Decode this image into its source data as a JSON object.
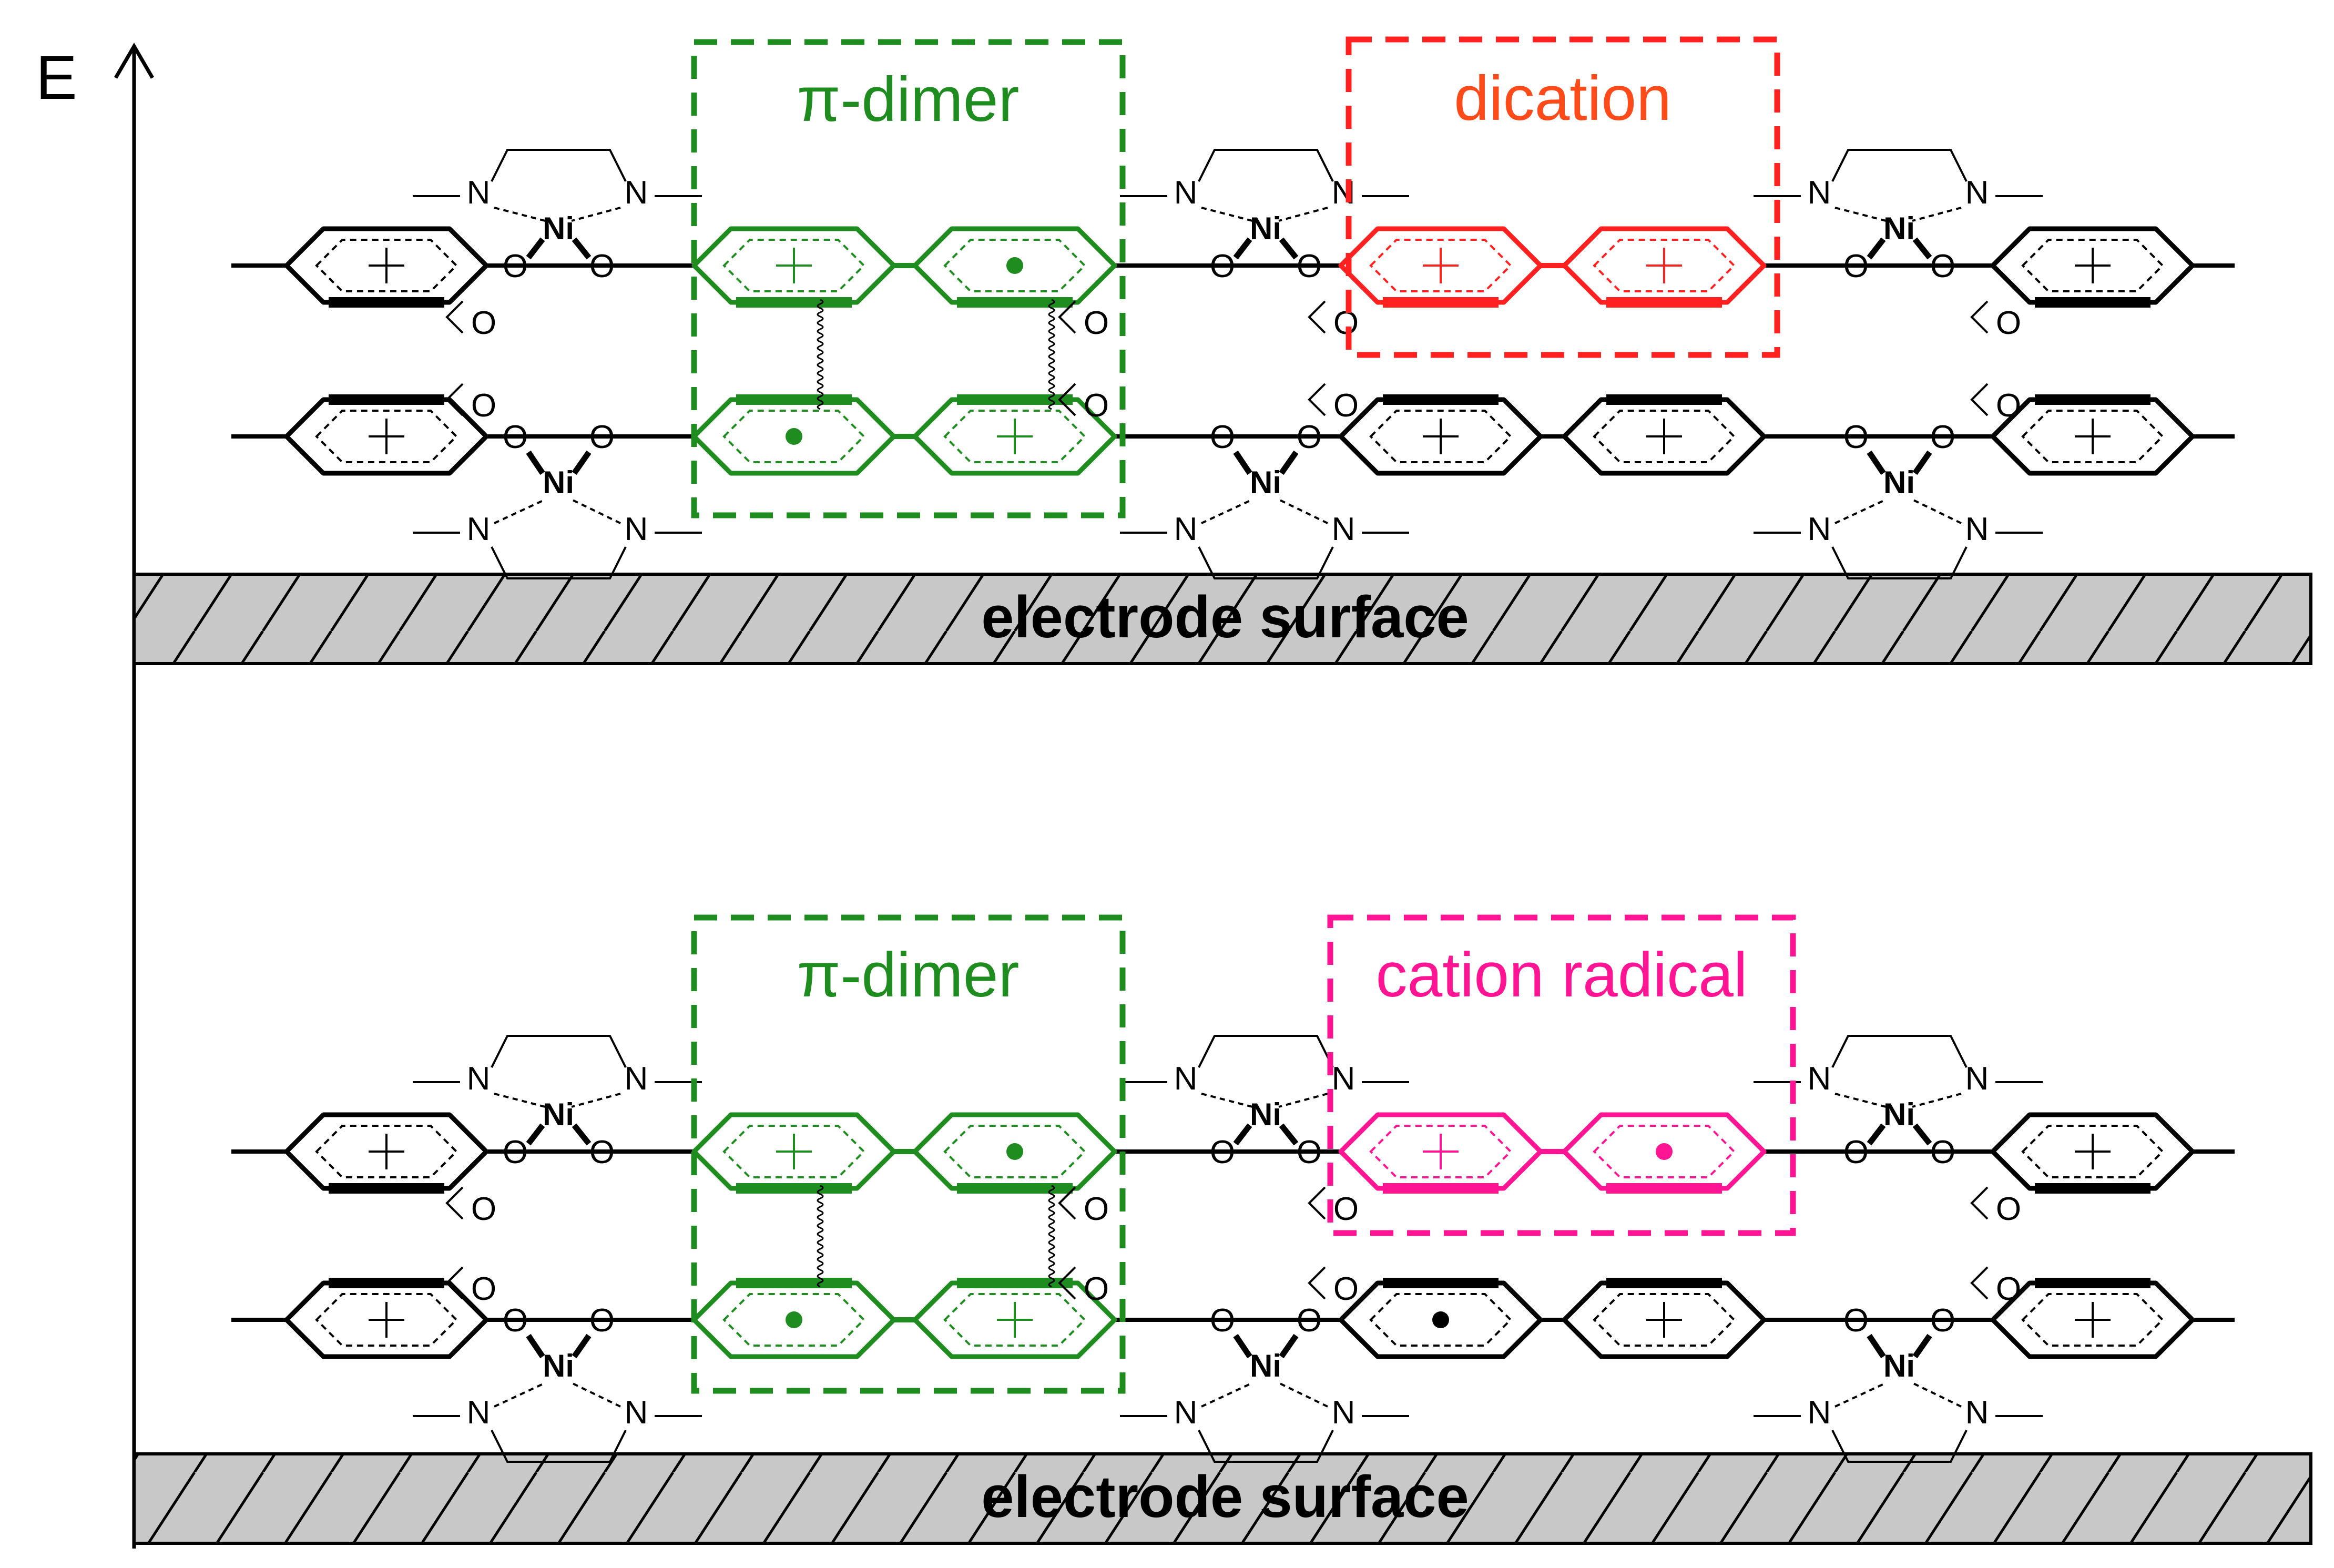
{
  "axis": {
    "label": "E"
  },
  "atoms": {
    "nickel": "Ni",
    "oxygen": "O",
    "nitrogen": "N"
  },
  "colors": {
    "neutral": "#000000",
    "pi_dimer": "#1e8c1e",
    "dication": "#ff2020",
    "dication_label": "#ff4a1a",
    "cation_radical": "#ff1493",
    "surface_fill": "#c8c8c8"
  },
  "panels": [
    {
      "surface_label": "electrode surface",
      "boxes": [
        {
          "label": "π-dimer",
          "color_key": "pi_dimer"
        },
        {
          "label": "dication",
          "color_key": "dication"
        }
      ]
    },
    {
      "surface_label": "electrode surface",
      "boxes": [
        {
          "label": "π-dimer",
          "color_key": "pi_dimer"
        },
        {
          "label": "cation radical",
          "color_key": "cation_radical"
        }
      ]
    }
  ]
}
